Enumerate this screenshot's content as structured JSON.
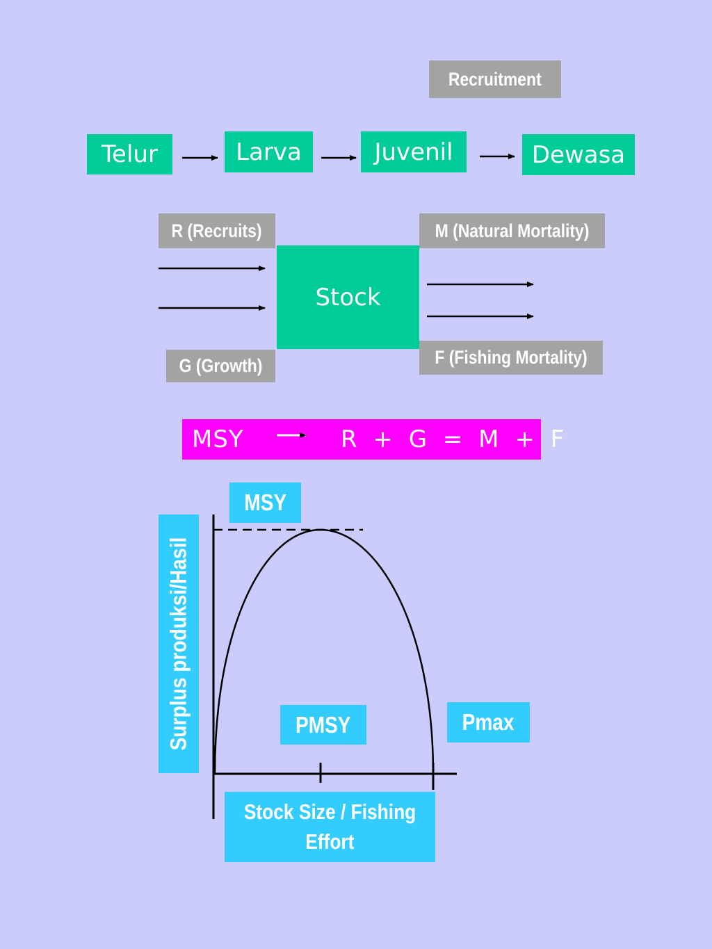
{
  "lifecycle": {
    "recruitment_label": "Recruitment",
    "stages": [
      "Telur",
      "Larva",
      "Juvenil",
      "Dewasa"
    ]
  },
  "stock_model": {
    "center": "Stock",
    "inputs": [
      "R (Recruits)",
      "G (Growth)"
    ],
    "outputs": [
      "M (Natural Mortality)",
      "F (Fishing Mortality)"
    ]
  },
  "equation": {
    "left": "MSY",
    "right": "R + G = M + F"
  },
  "yield_curve": {
    "y_axis_label": "Surplus produksi/Hasil",
    "x_axis_label_line1": "Stock Size / Fishing",
    "x_axis_label_line2": "Effort",
    "peak_label": "MSY",
    "optimum_label": "PMSY",
    "max_label": "Pmax"
  },
  "colors": {
    "background": "#ccccfc",
    "stage_box": "#00cc99",
    "note_box": "#a3a3a3",
    "equation_box": "#ff00ff",
    "chart_label_box": "#33ccff"
  }
}
